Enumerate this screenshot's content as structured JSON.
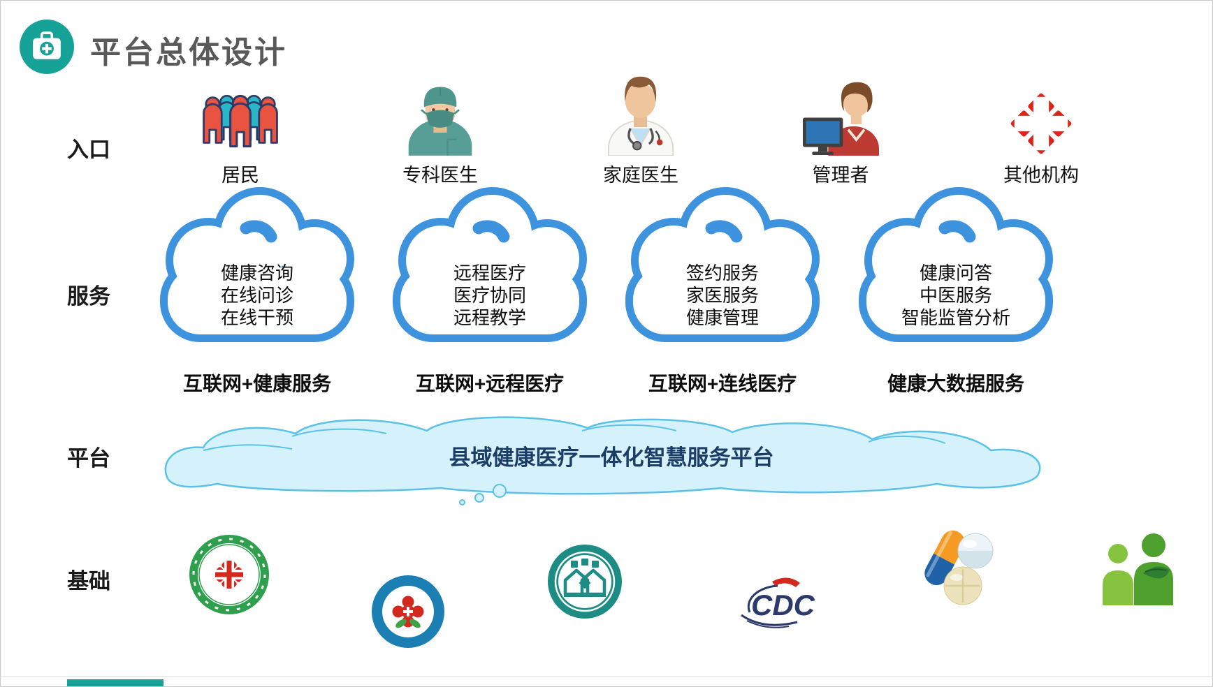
{
  "header": {
    "title": "平台总体设计",
    "icon": "medical-kit-icon",
    "accent_color": "#16A296",
    "title_color": "#595959"
  },
  "row_labels": {
    "entry": "入口",
    "service": "服务",
    "platform": "平台",
    "foundation": "基础"
  },
  "entries": {
    "items": [
      {
        "icon": "residents-crowd-icon",
        "label": "居民"
      },
      {
        "icon": "specialist-doctor-icon",
        "label": "专科医生"
      },
      {
        "icon": "family-doctor-icon",
        "label": "家庭医生"
      },
      {
        "icon": "administrator-icon",
        "label": "管理者"
      },
      {
        "icon": "other-institutions-icon",
        "label": "其他机构"
      }
    ]
  },
  "services": {
    "cloud_color": "#3E93DE",
    "clouds": [
      {
        "lines": [
          "健康咨询",
          "在线问诊",
          "在线干预"
        ],
        "label": "互联网+健康服务"
      },
      {
        "lines": [
          "远程医疗",
          "医疗协同",
          "远程教学"
        ],
        "label": "互联网+远程医疗"
      },
      {
        "lines": [
          "签约服务",
          "家医服务",
          "健康管理"
        ],
        "label": "互联网+连线医疗"
      },
      {
        "lines": [
          "健康问答",
          "中医服务",
          "智能监管分析"
        ],
        "label": "健康大数据服务"
      }
    ]
  },
  "platform": {
    "label": "县域健康医疗一体化智慧服务平台",
    "fill_color": "#D4F1FC",
    "border_color": "#5BC2E7",
    "text_color": "#1C3E66"
  },
  "foundation": {
    "logos": [
      {
        "name": "county-hospital-logo"
      },
      {
        "name": "maternal-child-health-logo"
      },
      {
        "name": "community-health-center-logo"
      },
      {
        "name": "cdc-logo",
        "text": "CDC"
      },
      {
        "name": "medicine-pills-icon"
      },
      {
        "name": "health-partners-logo"
      }
    ]
  }
}
